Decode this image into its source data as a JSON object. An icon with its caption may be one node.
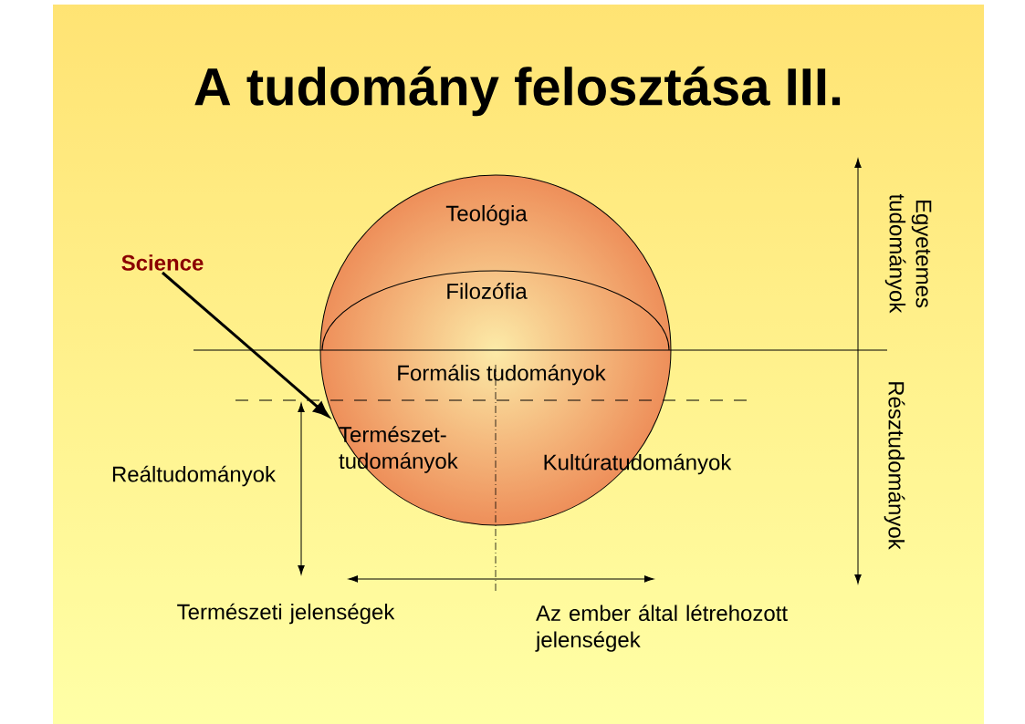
{
  "diagram": {
    "title": "A tudomány felosztása III.",
    "nodes": [
      {
        "text": [
          "Science"
        ]
      },
      {
        "text": [
          "Teológia",
          "Filozófia",
          "Formális tudományok",
          "Kultúratudományok"
        ]
      },
      {
        "text": [
          "Természet-tudományok"
        ],
        "in": 1
      }
    ],
    "edges": [
      {
        "from": 0,
        "to": 2,
        "arrow": "to"
      }
    ],
    "labels": [
      "Egyetemes tudományok",
      "Résztudományok",
      "Reáltudományok",
      "Természeti jelenségek",
      "Az ember által létrehozott jelenségek"
    ]
  }
}
